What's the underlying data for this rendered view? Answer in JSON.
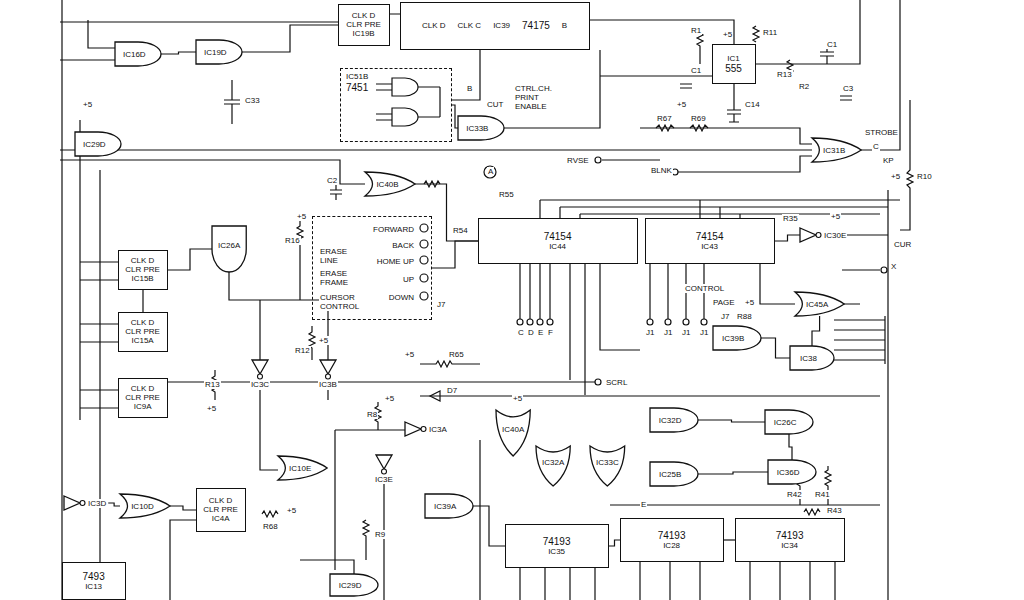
{
  "diagram": {
    "nodes": [
      {
        "text": [
          "CLK D",
          "CLR PRE",
          "IC19B"
        ]
      },
      {
        "text": [
          "CLK D",
          "CLK C",
          "IC39",
          "74175",
          "B"
        ]
      },
      {
        "text": [
          "IC1",
          "555"
        ]
      },
      {
        "text": [
          "IC16D"
        ]
      },
      {
        "text": [
          "IC19D"
        ]
      },
      {
        "text": [
          "IC51B",
          "7451"
        ]
      },
      {
        "text": [
          "IC33B"
        ]
      },
      {
        "text": [
          "IC29D"
        ]
      },
      {
        "text": [
          "IC31B"
        ]
      },
      {
        "text": [
          "IC40B"
        ]
      },
      {
        "text": [
          "74154",
          "IC44"
        ]
      },
      {
        "text": [
          "74154",
          "IC43"
        ]
      },
      {
        "text": [
          "IC30E"
        ]
      },
      {
        "text": [
          "FORWARD",
          "BACK",
          "HOME UP",
          "UP",
          "DOWN",
          "ERASE LINE",
          "ERASE FRAME",
          "CURSOR CONTROL"
        ]
      },
      {
        "text": [
          "CLK D",
          "CLR PRE",
          "IC15B"
        ]
      },
      {
        "text": [
          "IC26A"
        ]
      },
      {
        "text": [
          "CLK D",
          "CLR PRE",
          "IC15A"
        ]
      },
      {
        "text": [
          "CLK D",
          "CLR PRE",
          "IC9A"
        ]
      },
      {
        "text": [
          "IC3C"
        ]
      },
      {
        "text": [
          "IC3B"
        ]
      },
      {
        "text": [
          "IC3A"
        ]
      },
      {
        "text": [
          "IC3E"
        ]
      },
      {
        "text": [
          "IC40A"
        ]
      },
      {
        "text": [
          "IC32A"
        ]
      },
      {
        "text": [
          "IC33C"
        ]
      },
      {
        "text": [
          "IC32D"
        ]
      },
      {
        "text": [
          "IC25B"
        ]
      },
      {
        "text": [
          "IC26C"
        ]
      },
      {
        "text": [
          "IC36D"
        ]
      },
      {
        "text": [
          "IC45A"
        ]
      },
      {
        "text": [
          "IC39B"
        ]
      },
      {
        "text": [
          "IC38"
        ]
      },
      {
        "text": [
          "IC10E"
        ]
      },
      {
        "text": [
          "IC10D"
        ]
      },
      {
        "text": [
          "IC3D"
        ]
      },
      {
        "text": [
          "CLK D",
          "CLR PRE",
          "IC4A"
        ]
      },
      {
        "text": [
          "IC39A"
        ]
      },
      {
        "text": [
          "74193",
          "IC35"
        ]
      },
      {
        "text": [
          "74193",
          "IC28"
        ]
      },
      {
        "text": [
          "74193",
          "IC34"
        ]
      },
      {
        "text": [
          "7493",
          "IC13"
        ]
      },
      {
        "text": [
          "IC29D"
        ]
      }
    ],
    "edges": [
      {
        "from": 3,
        "to": 4,
        "arrow": "none"
      },
      {
        "from": 4,
        "to": 0,
        "arrow": "none"
      },
      {
        "from": 5,
        "to": 6,
        "arrow": "none"
      },
      {
        "from": 9,
        "to": 10,
        "arrow": "none"
      },
      {
        "from": 13,
        "to": 10,
        "arrow": "none"
      },
      {
        "from": 12,
        "to": 11,
        "arrow": "none"
      },
      {
        "from": 30,
        "to": 31,
        "arrow": "none"
      },
      {
        "from": 29,
        "to": 31,
        "arrow": "none"
      },
      {
        "from": 25,
        "to": 27,
        "arrow": "none"
      },
      {
        "from": 26,
        "to": 28,
        "arrow": "none"
      },
      {
        "from": 37,
        "to": 38,
        "arrow": "none"
      },
      {
        "from": 38,
        "to": 39,
        "arrow": "none"
      },
      {
        "from": 34,
        "to": 33,
        "arrow": "none"
      },
      {
        "from": 33,
        "to": 35,
        "arrow": "none"
      },
      {
        "from": 36,
        "to": 37,
        "arrow": "none"
      },
      {
        "from": 14,
        "to": 15,
        "arrow": "none"
      },
      {
        "from": 16,
        "to": 14,
        "arrow": "none"
      },
      {
        "from": 27,
        "to": 28,
        "arrow": "none"
      }
    ],
    "labels": [
      "+5",
      "C33",
      "B",
      "CUT",
      "CTRL.CH. PRINT ENABLE",
      "+5",
      "R11",
      "R13",
      "R1",
      "R2",
      "C1",
      "C1",
      "C3",
      "C14",
      "+5",
      "R67",
      "R69",
      "RVSE",
      "BLNK",
      "STROBE",
      "C",
      "KP",
      "+5",
      "R10",
      "CUR",
      "C2",
      "A",
      "R55",
      "R54",
      "J7",
      "C",
      "D",
      "E",
      "F",
      "R35",
      "+5",
      "X",
      "CONTROL",
      "PAGE",
      "+5",
      "J7",
      "R88",
      "J1",
      "J1",
      "J1",
      "J1",
      "+5",
      "R16",
      "R13",
      "+5",
      "R12",
      "+5",
      "+5",
      "R65",
      "D7",
      "SCRL",
      "+5",
      "R8",
      "+5",
      "E",
      "R42",
      "R41",
      "R43",
      "R68",
      "+5",
      "R9"
    ]
  }
}
